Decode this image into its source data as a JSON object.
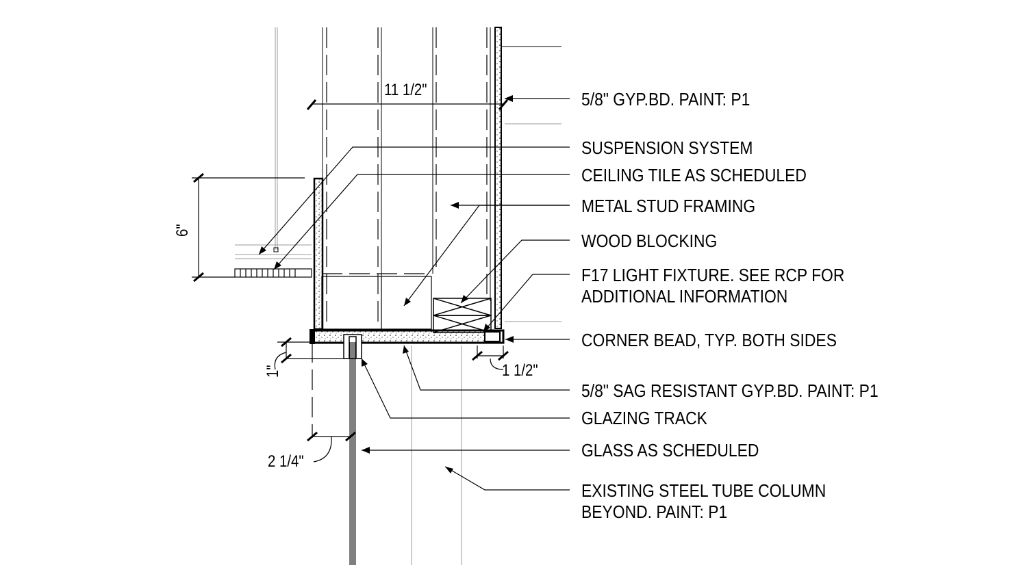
{
  "annotations": [
    {
      "key": "gyp",
      "lines": [
        "5/8\" GYP.BD. PAINT: P1"
      ]
    },
    {
      "key": "susp",
      "lines": [
        "SUSPENSION SYSTEM"
      ]
    },
    {
      "key": "tile",
      "lines": [
        "CEILING TILE AS SCHEDULED"
      ]
    },
    {
      "key": "stud",
      "lines": [
        "METAL STUD FRAMING"
      ]
    },
    {
      "key": "wood",
      "lines": [
        "WOOD BLOCKING"
      ]
    },
    {
      "key": "f17",
      "lines": [
        "F17 LIGHT FIXTURE. SEE RCP FOR",
        "ADDITIONAL INFORMATION"
      ]
    },
    {
      "key": "bead",
      "lines": [
        "CORNER BEAD, TYP. BOTH SIDES"
      ]
    },
    {
      "key": "sag",
      "lines": [
        "5/8\" SAG RESISTANT GYP.BD. PAINT: P1"
      ]
    },
    {
      "key": "track",
      "lines": [
        "GLAZING TRACK"
      ]
    },
    {
      "key": "glass",
      "lines": [
        "GLASS AS SCHEDULED"
      ]
    },
    {
      "key": "col",
      "lines": [
        "EXISTING STEEL TUBE COLUMN",
        "BEYOND. PAINT: P1"
      ]
    }
  ],
  "dimensions": {
    "width_top": "11 1/2\"",
    "height_left": "6\"",
    "reveal_left": "1\"",
    "reveal_right": "1 1/2\"",
    "glass_offset": "2 1/4\""
  }
}
